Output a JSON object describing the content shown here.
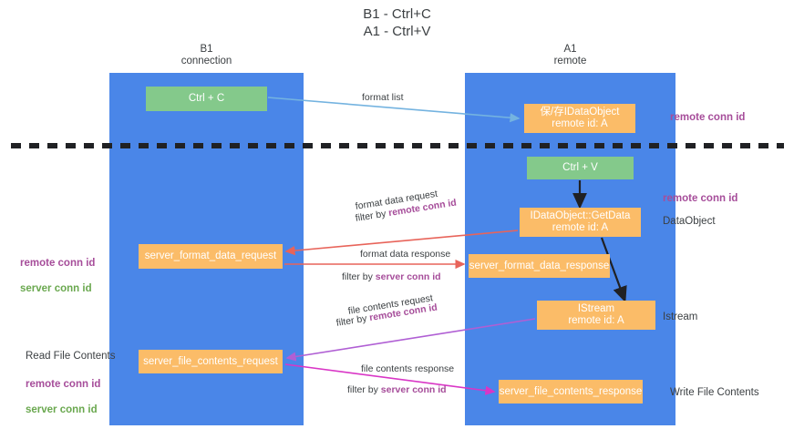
{
  "title": "B1 - Ctrl+C\nA1 - Ctrl+V",
  "lanes": [
    {
      "id": "b1",
      "label": "B1\nconnection",
      "color": "#4a86e8"
    },
    {
      "id": "a1",
      "label": "A1\nremote",
      "color": "#4a86e8"
    }
  ],
  "nodes": {
    "ctrl_c": "Ctrl + C",
    "idataobject": "保/存IDataObject\nremote id: A",
    "ctrl_v": "Ctrl + V",
    "getdata": "IDataObject::GetData\nremote id: A",
    "server_format_data_request": "server_format_data_request",
    "server_format_data_response": "server_format_data_response",
    "istream": "IStream\nremote id: A",
    "server_file_contents_request": "server_file_contents_request",
    "server_file_contents_response": "server_file_contents_response"
  },
  "annotations": {
    "remote_conn_id": "remote conn id",
    "server_conn_id": "server conn id",
    "dataobject": "DataObject",
    "istream": "Istream",
    "read_file_contents": "Read File Contents",
    "write_file_contents": "Write File Contents"
  },
  "edges": {
    "format_list": "format list",
    "format_data_request": "format data request",
    "format_data_request_filter_prefix": "filter by ",
    "format_data_request_filter_value": "remote conn id",
    "format_data_response": "format data response",
    "format_data_response_filter_prefix": "filter by ",
    "format_data_response_filter_value": "server conn id",
    "file_contents_request": "file contents request",
    "file_contents_request_filter_prefix": "filter by ",
    "file_contents_request_filter_value": "remote conn id",
    "file_contents_response": "file contents response",
    "file_contents_response_filter_prefix": "filter by ",
    "file_contents_response_filter_value": "server conn id"
  },
  "colors": {
    "lane": "#4a86e8",
    "green_node": "#84c98b",
    "orange_node": "#fbbc68",
    "purple_text": "#a64d9a",
    "green_text": "#6aa84f",
    "divider": "#202124",
    "arrow_blue": "#74b3e0",
    "arrow_red": "#e8645a",
    "arrow_magenta": "#d936c6",
    "arrow_purple": "#b05fd4",
    "arrow_black": "#202124"
  }
}
